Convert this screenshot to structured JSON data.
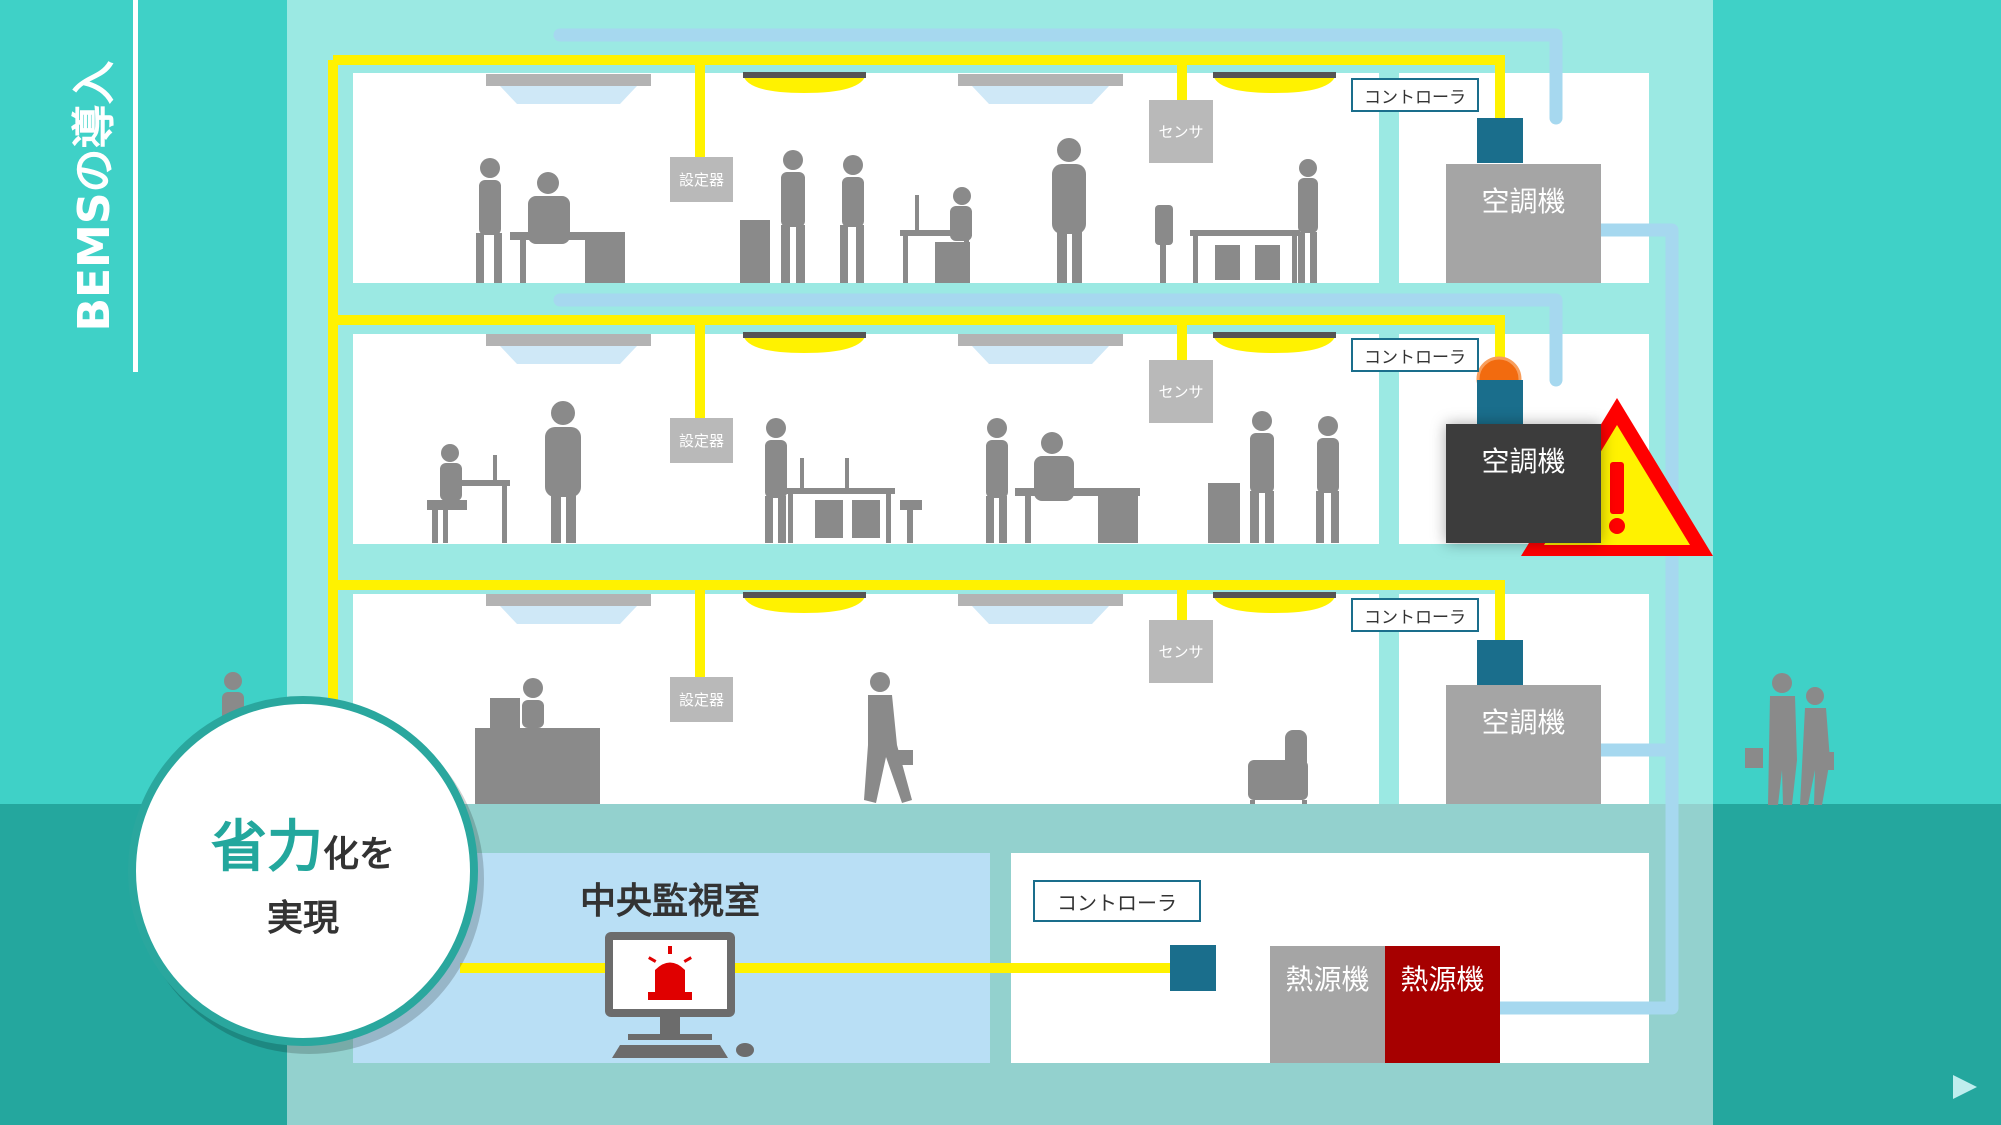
{
  "side_title": "BEMSの導入",
  "floors": [
    {
      "setting_label": "設定器",
      "sensor_label": "センサ",
      "controller_label": "コントローラ",
      "ac_label": "空調機",
      "alert": false
    },
    {
      "setting_label": "設定器",
      "sensor_label": "センサ",
      "controller_label": "コントローラ",
      "ac_label": "空調機",
      "alert": true
    },
    {
      "setting_label": "設定器",
      "sensor_label": "センサ",
      "controller_label": "コントローラ",
      "ac_label": "空調機",
      "alert": false
    }
  ],
  "control_room": {
    "title": "中央監視室"
  },
  "machine_room": {
    "controller_label": "コントローラ",
    "heat_source_1": "熱源機",
    "heat_source_2": "熱源機"
  },
  "badge": {
    "highlight": "省力",
    "line1_rest": "化を",
    "line2": "実現"
  },
  "colors": {
    "background": "#3fd1c7",
    "building": "#9be9e3",
    "wire": "#fff200",
    "duct": "#a6d8ef",
    "controller": "#1a6e8c",
    "ac_normal": "#a5a5a5",
    "ac_alert": "#3c3c3c",
    "heat_source_alert": "#a60000",
    "warning": "#ff0000",
    "alarm_dot": "#f26b0f"
  },
  "icons": [
    "warning-triangle-icon",
    "alarm-siren-icon",
    "computer-monitor-icon",
    "keyboard-icon",
    "mouse-icon",
    "next-slide-icon"
  ]
}
